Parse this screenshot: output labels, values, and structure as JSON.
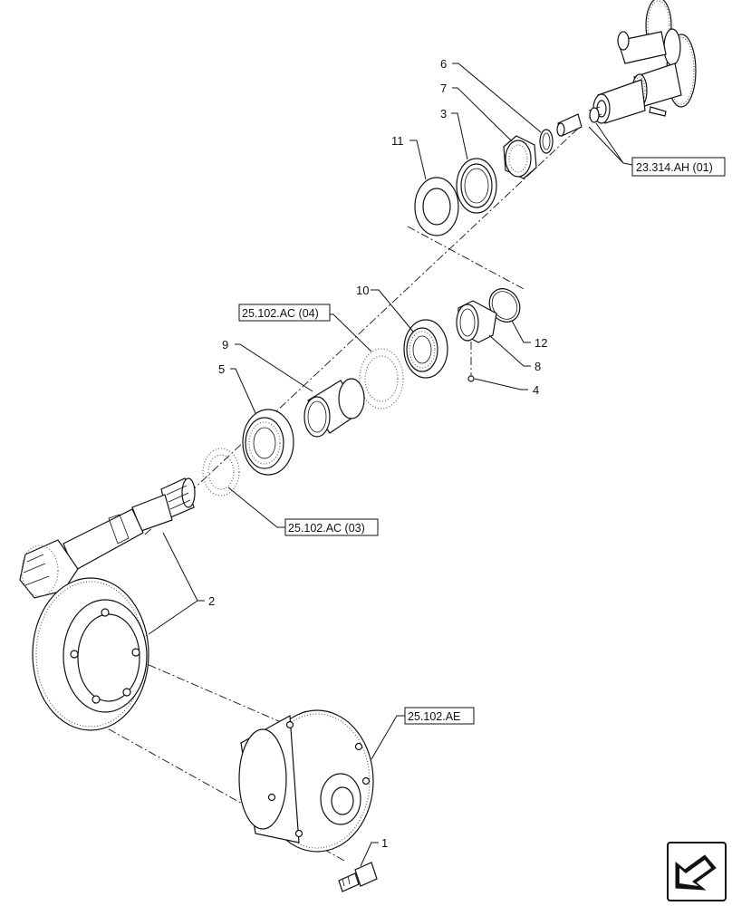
{
  "callouts": {
    "n1": "1",
    "n2": "2",
    "n3": "3",
    "n4": "4",
    "n5": "5",
    "n6": "6",
    "n7": "7",
    "n8": "8",
    "n9": "9",
    "n10": "10",
    "n11": "11",
    "n12": "12"
  },
  "references": {
    "ref_23314AH01": "23.314.AH (01)",
    "ref_25102AC04": "25.102.AC (04)",
    "ref_25102AC03": "25.102.AC (03)",
    "ref_25102AE": "25.102.AE"
  },
  "icons": {
    "nav": "next-page-arrow-icon"
  }
}
